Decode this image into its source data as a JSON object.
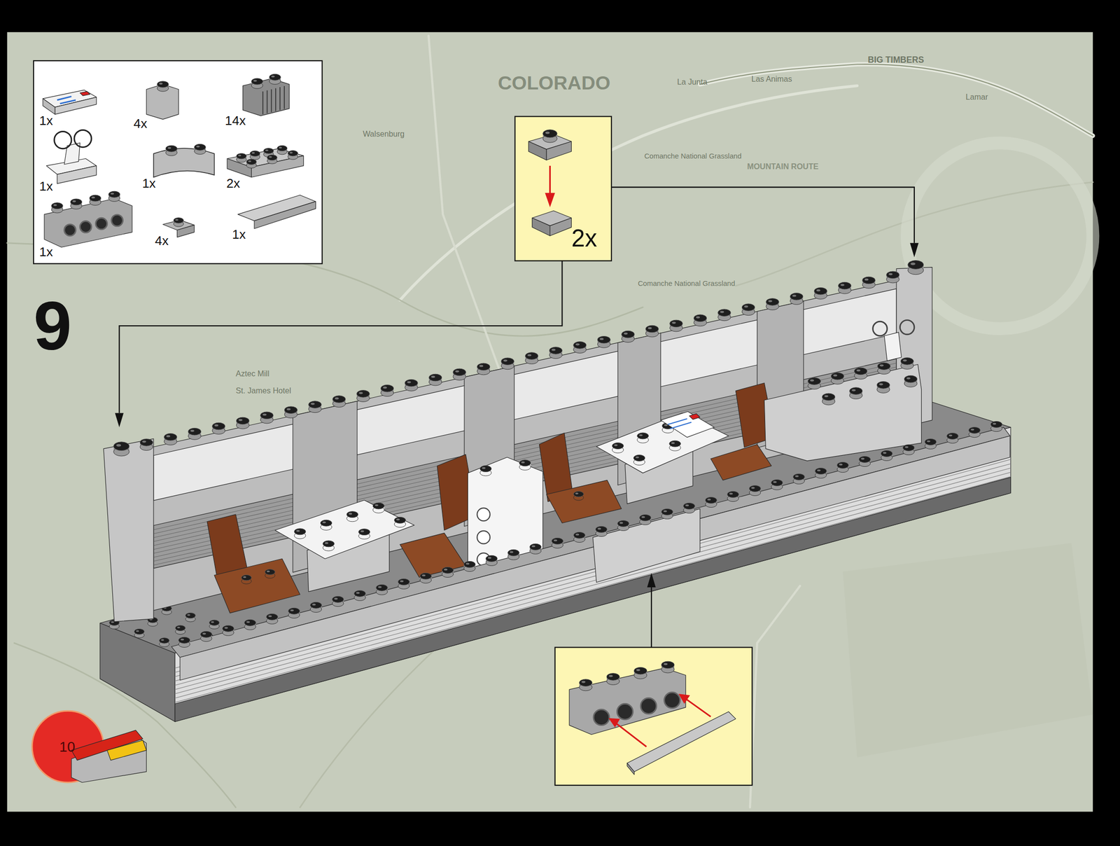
{
  "diagram": {
    "nodes": [
      {
        "text": [
          "1x",
          "4x",
          "14x",
          "1x",
          "1x",
          "2x",
          "1x",
          "4x",
          "1x"
        ]
      },
      {
        "text": [
          "2x"
        ]
      }
    ],
    "labels": [
      "9",
      "10",
      "COLORADO",
      "Walsenburg",
      "La Junta",
      "Las Animas",
      "BIG TIMBERS",
      "Lamar",
      "Comanche National Grassland",
      "MOUNTAIN ROUTE",
      "Comanche National Grassland",
      "Aztec Mill",
      "St. James Hotel"
    ]
  }
}
